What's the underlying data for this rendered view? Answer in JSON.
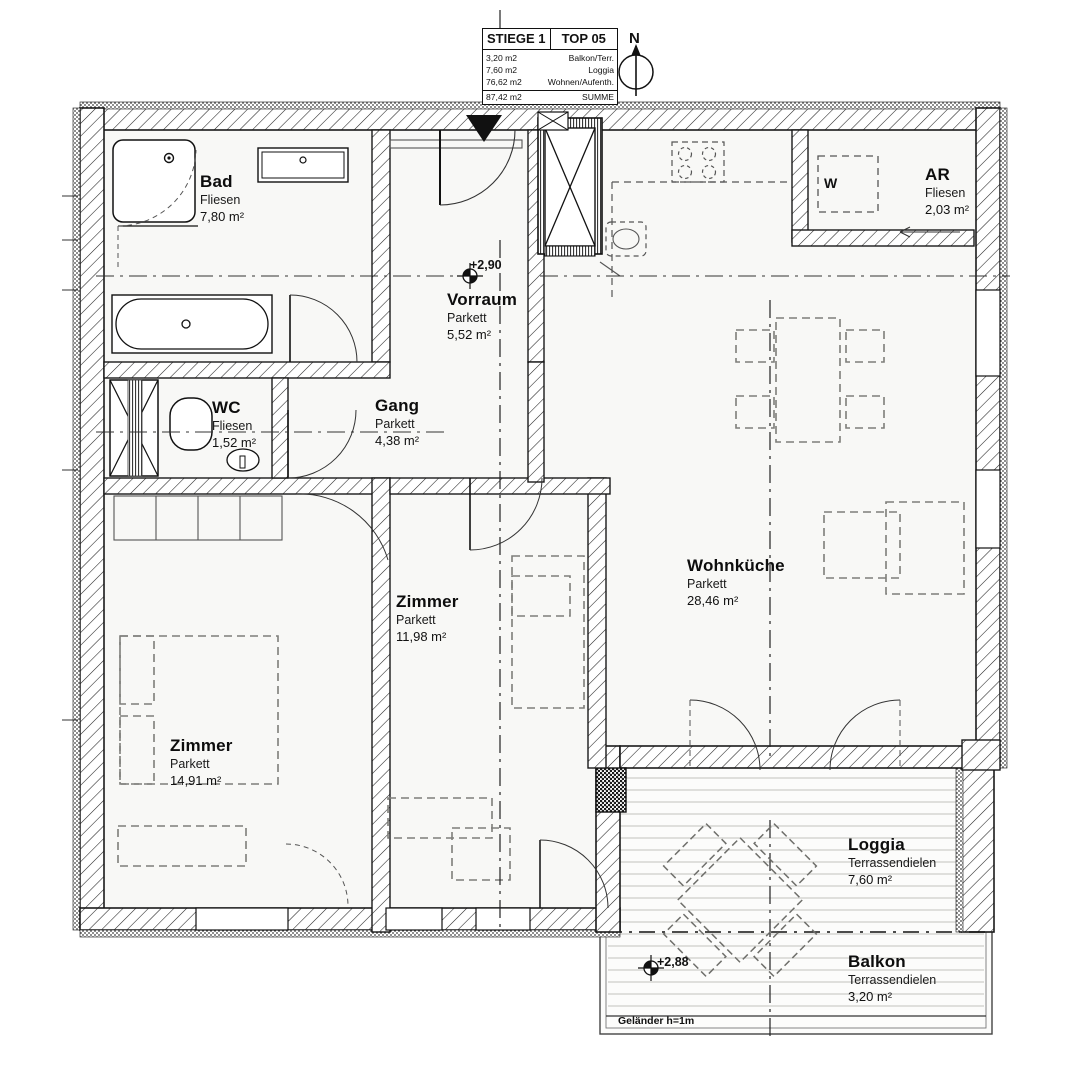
{
  "title_block": {
    "stiege": "STIEGE 1",
    "top": "TOP 05",
    "rows": [
      {
        "area": "3,20 m2",
        "name": "Balkon/Terr."
      },
      {
        "area": "7,60 m2",
        "name": "Loggia"
      },
      {
        "area": "76,62 m2",
        "name": "Wohnen/Aufenth."
      }
    ],
    "sum_area": "87,42 m2",
    "sum_label": "SUMME"
  },
  "compass": {
    "label": "N",
    "icon": "north-arrow-icon"
  },
  "rooms": [
    {
      "id": "bad",
      "name": "Bad",
      "material": "Fliesen",
      "area": "7,80 m²"
    },
    {
      "id": "wc",
      "name": "WC",
      "material": "Fliesen",
      "area": "1,52 m²"
    },
    {
      "id": "vorraum",
      "name": "Vorraum",
      "material": "Parkett",
      "area": "5,52 m²"
    },
    {
      "id": "gang",
      "name": "Gang",
      "material": "Parkett",
      "area": "4,38 m²"
    },
    {
      "id": "zimmer1",
      "name": "Zimmer",
      "material": "Parkett",
      "area": "14,91 m²"
    },
    {
      "id": "zimmer2",
      "name": "Zimmer",
      "material": "Parkett",
      "area": "11,98 m²"
    },
    {
      "id": "wohnkueche",
      "name": "Wohnküche",
      "material": "Parkett",
      "area": "28,46 m²"
    },
    {
      "id": "ar",
      "name": "AR",
      "material": "Fliesen",
      "area": "2,03 m²"
    },
    {
      "id": "loggia",
      "name": "Loggia",
      "material": "Terrassendielen",
      "area": "7,60 m²"
    },
    {
      "id": "balkon",
      "name": "Balkon",
      "material": "Terrassendielen",
      "area": "3,20 m²"
    }
  ],
  "elevations": [
    {
      "id": "vorraum-level",
      "value": "+2,90"
    },
    {
      "id": "balkon-level",
      "value": "+2,88"
    }
  ],
  "notes": [
    {
      "id": "railing-note",
      "text": "Geländer h=1m"
    }
  ],
  "symbols": [
    {
      "id": "washing-machine",
      "label": "W"
    }
  ],
  "colors": {
    "ink": "#111111",
    "wall_fill": "#ffffff",
    "room_fill": "#f7f7f5",
    "deck_line": "#b8b8b4",
    "furniture": "#8a8a86"
  }
}
